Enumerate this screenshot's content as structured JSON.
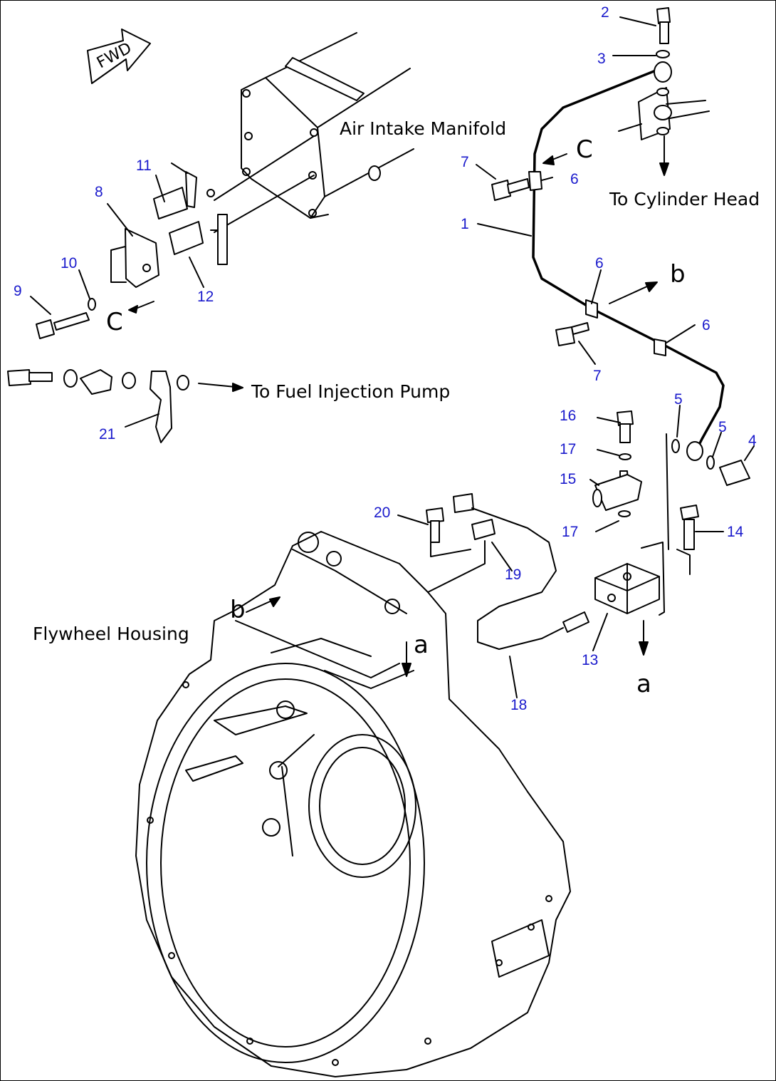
{
  "labels": {
    "fwd": "FWD",
    "air_intake_manifold": "Air Intake Manifold",
    "to_cylinder_head": "To Cylinder Head",
    "to_fuel_injection_pump": "To Fuel Injection Pump",
    "flywheel_housing": "Flywheel Housing"
  },
  "refs": {
    "a": "a",
    "b": "b",
    "c": "C"
  },
  "callouts": [
    "1",
    "2",
    "3",
    "4",
    "5",
    "6",
    "7",
    "8",
    "9",
    "10",
    "11",
    "12",
    "13",
    "14",
    "15",
    "16",
    "17",
    "18",
    "19",
    "20",
    "21"
  ],
  "colors": {
    "callout": "#1a1acc",
    "linework": "#000000"
  }
}
